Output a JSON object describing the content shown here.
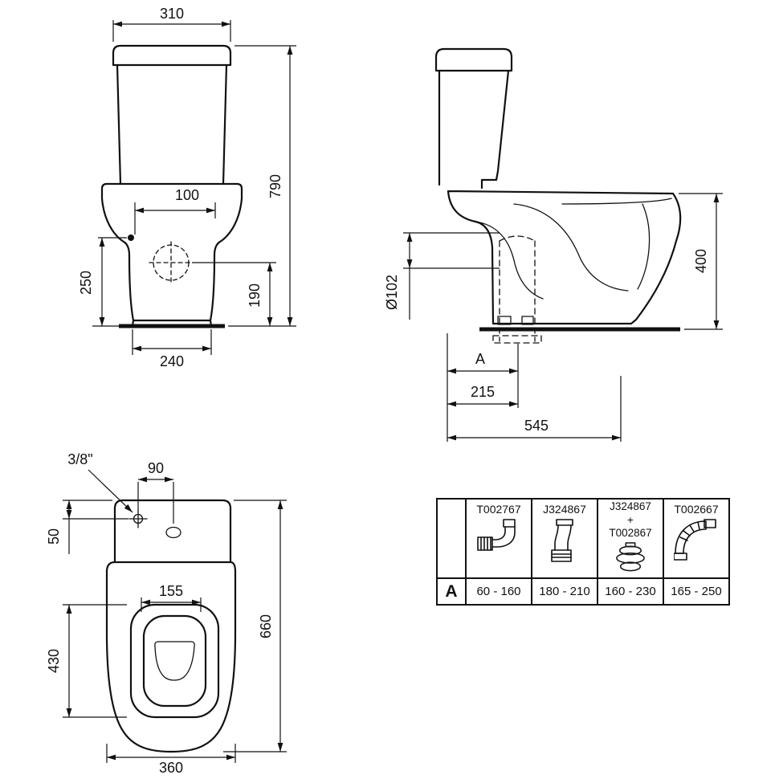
{
  "front_view": {
    "width_top": "310",
    "height_total": "790",
    "hole_offset": "100",
    "hole_height": "250",
    "outlet_height": "190",
    "base_width": "240"
  },
  "side_view": {
    "bowl_height": "400",
    "outlet_diameter": "Ø102",
    "var_label": "A",
    "outlet_distance": "215",
    "total_depth": "545"
  },
  "top_view": {
    "inlet_size": "3/8\"",
    "hole_spacing": "90",
    "inlet_depth": "50",
    "seat_width": "155",
    "total_depth": "660",
    "bowl_depth": "430",
    "width": "360"
  },
  "table": {
    "corner_label": "A",
    "columns": [
      {
        "code": "T002767",
        "range": "60 - 160"
      },
      {
        "code": "J324867",
        "range": "180 - 210"
      },
      {
        "code": "J324867",
        "code_plus": "+",
        "code2": "T002867",
        "range": "160 - 230"
      },
      {
        "code": "T002667",
        "range": "165 - 250"
      }
    ]
  }
}
